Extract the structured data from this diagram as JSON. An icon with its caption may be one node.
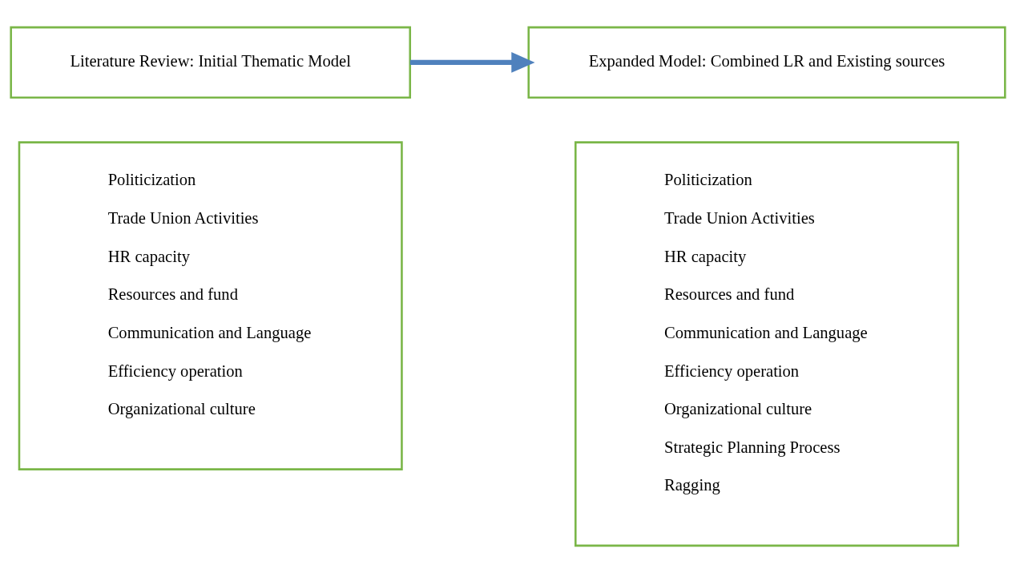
{
  "diagram": {
    "nodes": [
      {
        "text": [
          "Literature Review: Initial Thematic Model"
        ]
      },
      {
        "text": [
          "Expanded Model: Combined LR and Existing sources"
        ]
      },
      {
        "text": [
          "Politicization",
          "Trade Union Activities",
          "HR capacity",
          "Resources and fund",
          "Communication and Language",
          "Efficiency operation",
          "Organizational culture"
        ]
      },
      {
        "text": [
          "Politicization",
          "Trade Union Activities",
          "HR capacity",
          "Resources and fund",
          "Communication and Language",
          "Efficiency operation",
          "Organizational culture",
          "Strategic Planning Process",
          "Ragging"
        ]
      }
    ],
    "edges": [
      {
        "from": 0,
        "to": 1,
        "arrow": "to"
      }
    ]
  }
}
